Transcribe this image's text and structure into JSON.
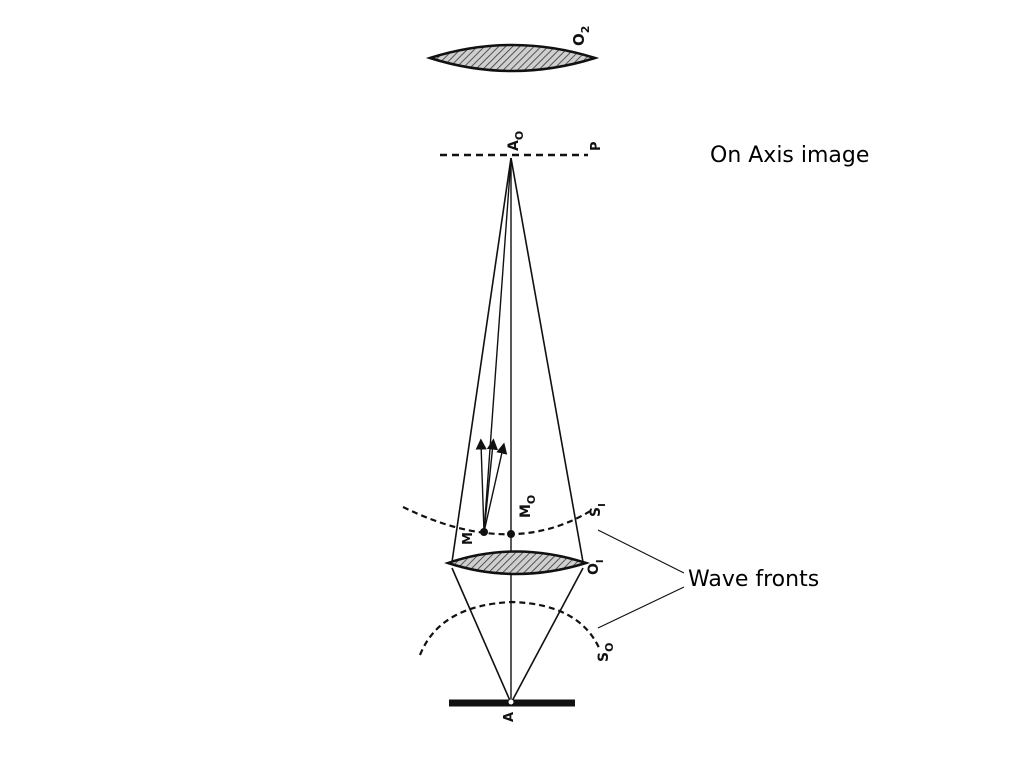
{
  "annotations": {
    "title": "On Axis image",
    "wave_fronts": "Wave fronts"
  },
  "labels": {
    "objective_2": "O",
    "objective_2_sub": "2",
    "image_point": "A",
    "image_point_sub": "O",
    "image_plane": "P",
    "wavefront_image": "S",
    "wavefront_image_sub": "I",
    "point_m": "M",
    "point_m_prime": "M'",
    "point_m0": "M",
    "point_m0_sub": "O",
    "objective_1": "O",
    "objective_1_sub": "I",
    "wavefront_object": "S",
    "wavefront_object_sub": "O",
    "object_point": "A"
  },
  "colors": {
    "ink": "#111111",
    "lens_fill": "#bdbdbd",
    "hatch": "#3a3a3a"
  }
}
